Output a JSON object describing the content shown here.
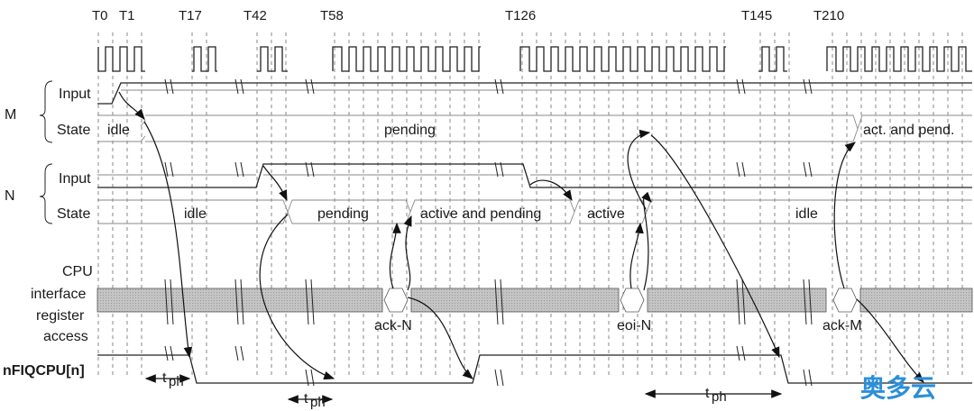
{
  "timeline": {
    "markers": [
      "T0",
      "T1",
      "T17",
      "T42",
      "T58",
      "T126",
      "T145",
      "T210"
    ]
  },
  "signals": {
    "m_group": "M",
    "n_group": "N",
    "input": "Input",
    "state": "State",
    "cpu_line1": "CPU",
    "cpu_line2": "interface",
    "cpu_line3": "register",
    "cpu_line4": "access",
    "nfiq": "nFIQCPU[n]"
  },
  "states": {
    "m_idle": "idle",
    "m_pending": "pending",
    "m_act_pend": "act. and pend.",
    "n_idle1": "idle",
    "n_pending": "pending",
    "n_active_pending": "active and pending",
    "n_active": "active",
    "n_idle2": "idle"
  },
  "events": {
    "ack_n": "ack-N",
    "eoi_n": "eoi-N",
    "ack_m": "ack-M"
  },
  "timing": {
    "t": "t",
    "ph": "ph"
  },
  "watermark": "奥多云"
}
